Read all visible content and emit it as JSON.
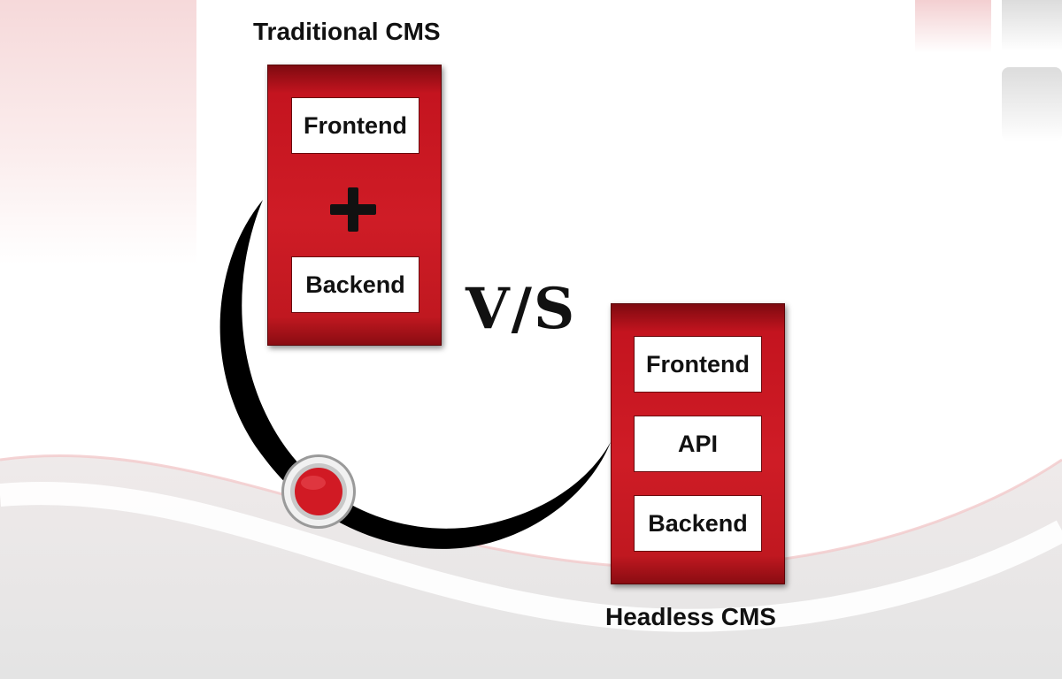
{
  "traditional": {
    "title": "Traditional CMS",
    "frontend": "Frontend",
    "backend": "Backend"
  },
  "headless": {
    "title": "Headless CMS",
    "frontend": "Frontend",
    "api": "API",
    "backend": "Backend"
  },
  "vs": "V/S",
  "colors": {
    "panel_red": "#cf1c26",
    "panel_dark_red": "#7e0a10",
    "arc_black": "#000000",
    "node_red": "#d11a24"
  },
  "icons": {
    "plus": "plus-icon",
    "node": "node-dot-icon"
  }
}
